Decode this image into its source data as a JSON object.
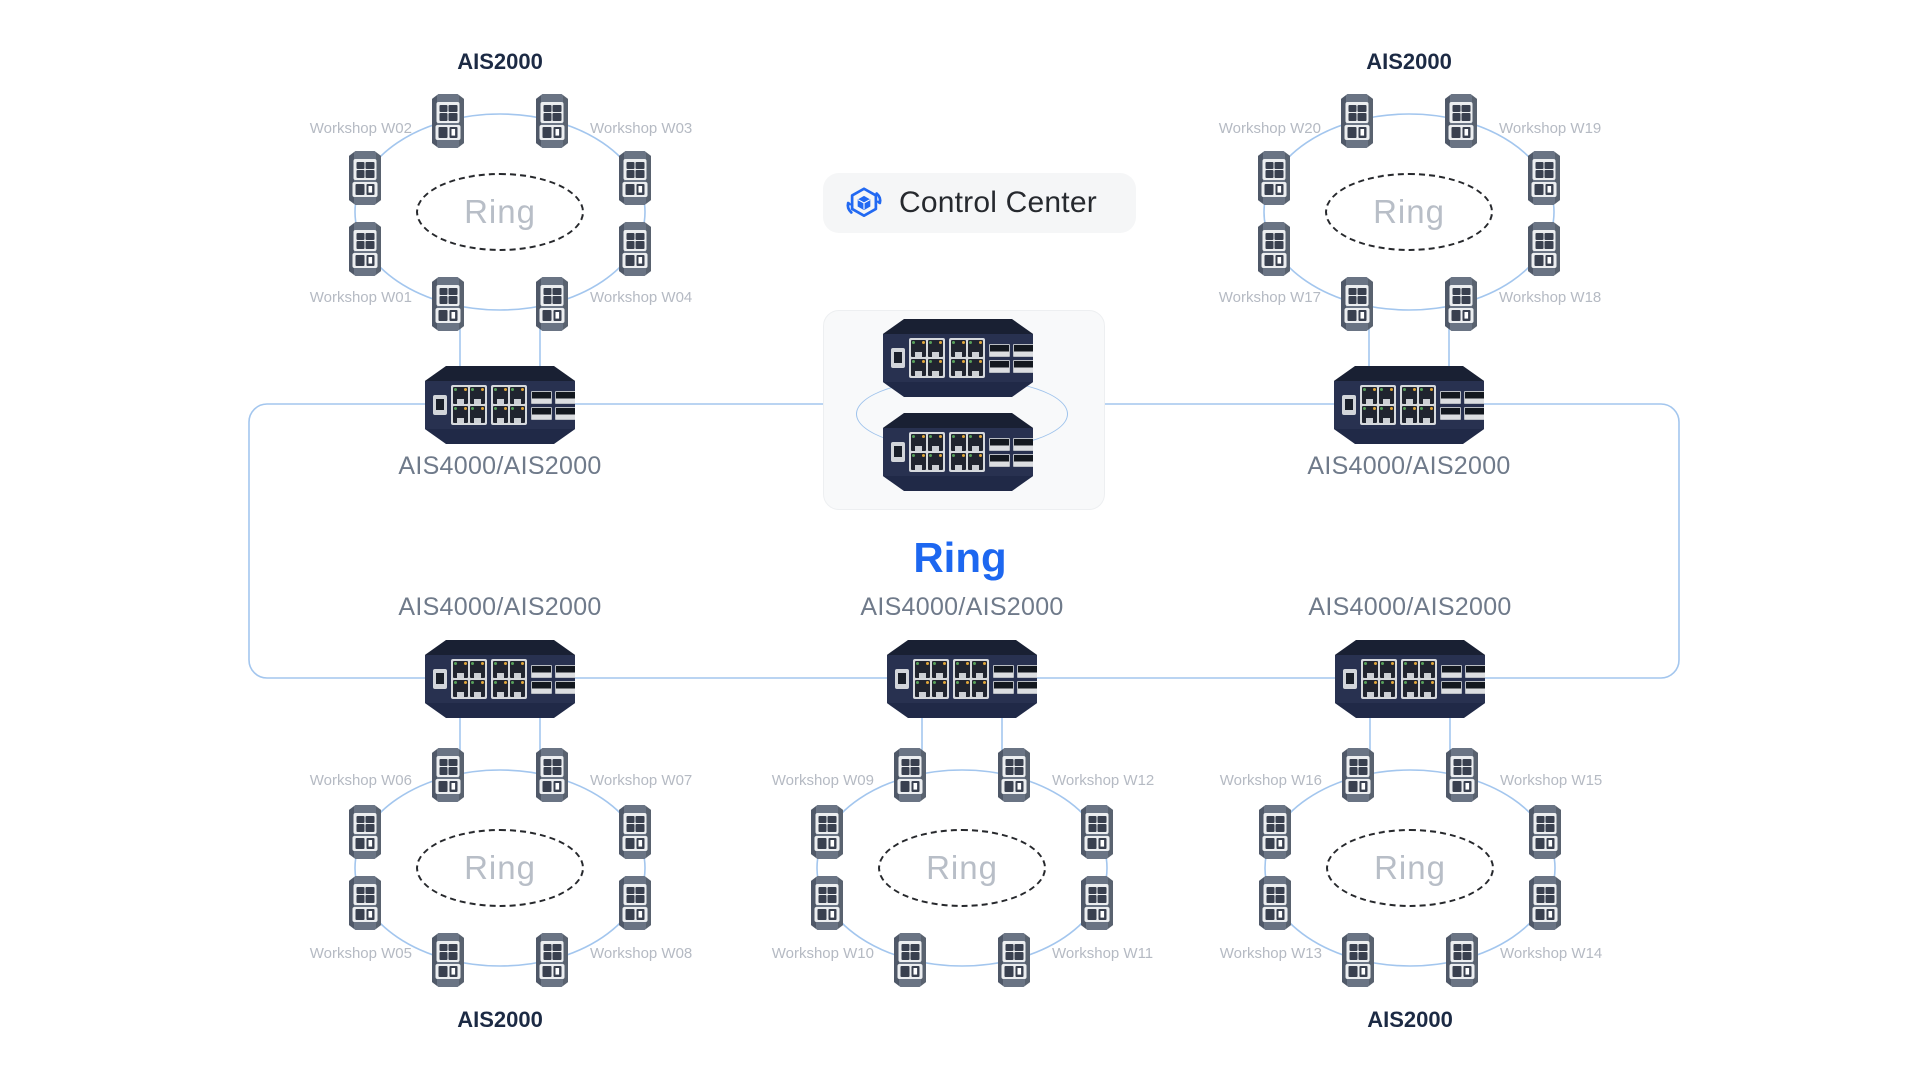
{
  "control_center": {
    "label": "Control Center",
    "icon": "control-center-cube-icon"
  },
  "backbone_ring": {
    "label": "Ring"
  },
  "center_core_pair": {
    "device_count": 2,
    "device_type": "core-switch"
  },
  "colors": {
    "backbone_line": "#a3c6ee",
    "accent_blue": "#1d67f0",
    "icon_blue": "#2269f2",
    "core_switch_navy": "#283150",
    "access_switch_slate": "#6a7484",
    "dashed_ring": "#26282c",
    "muted_label": "#b5bac3",
    "device_label": "#6f7a8a",
    "cluster_title": "#1c2a44"
  },
  "clusters": [
    {
      "id": "top-left",
      "access_model": "AIS2000",
      "core_model": "AIS4000/AIS2000",
      "ring_label": "Ring",
      "node_count": 8,
      "workshops": [
        {
          "label": "Workshop W02",
          "position": "top-left"
        },
        {
          "label": "Workshop W03",
          "position": "top-right"
        },
        {
          "label": "Workshop W01",
          "position": "bottom-left"
        },
        {
          "label": "Workshop W04",
          "position": "bottom-right"
        }
      ]
    },
    {
      "id": "top-right",
      "access_model": "AIS2000",
      "core_model": "AIS4000/AIS2000",
      "ring_label": "Ring",
      "node_count": 8,
      "workshops": [
        {
          "label": "Workshop W20",
          "position": "top-left"
        },
        {
          "label": "Workshop W19",
          "position": "top-right"
        },
        {
          "label": "Workshop W17",
          "position": "bottom-left"
        },
        {
          "label": "Workshop W18",
          "position": "bottom-right"
        }
      ]
    },
    {
      "id": "bottom-left",
      "access_model": "AIS2000",
      "core_model": "AIS4000/AIS2000",
      "ring_label": "Ring",
      "node_count": 8,
      "workshops": [
        {
          "label": "Workshop W06",
          "position": "top-left"
        },
        {
          "label": "Workshop W07",
          "position": "top-right"
        },
        {
          "label": "Workshop W05",
          "position": "bottom-left"
        },
        {
          "label": "Workshop W08",
          "position": "bottom-right"
        }
      ]
    },
    {
      "id": "bottom-center",
      "access_model": null,
      "core_model": "AIS4000/AIS2000",
      "ring_label": "Ring",
      "node_count": 8,
      "workshops": [
        {
          "label": "Workshop W09",
          "position": "top-left"
        },
        {
          "label": "Workshop W12",
          "position": "top-right"
        },
        {
          "label": "Workshop W10",
          "position": "bottom-left"
        },
        {
          "label": "Workshop W11",
          "position": "bottom-right"
        }
      ]
    },
    {
      "id": "bottom-right",
      "access_model": "AIS2000",
      "core_model": "AIS4000/AIS2000",
      "ring_label": "Ring",
      "node_count": 8,
      "workshops": [
        {
          "label": "Workshop W16",
          "position": "top-left"
        },
        {
          "label": "Workshop W15",
          "position": "top-right"
        },
        {
          "label": "Workshop W13",
          "position": "bottom-left"
        },
        {
          "label": "Workshop W14",
          "position": "bottom-right"
        }
      ]
    }
  ]
}
